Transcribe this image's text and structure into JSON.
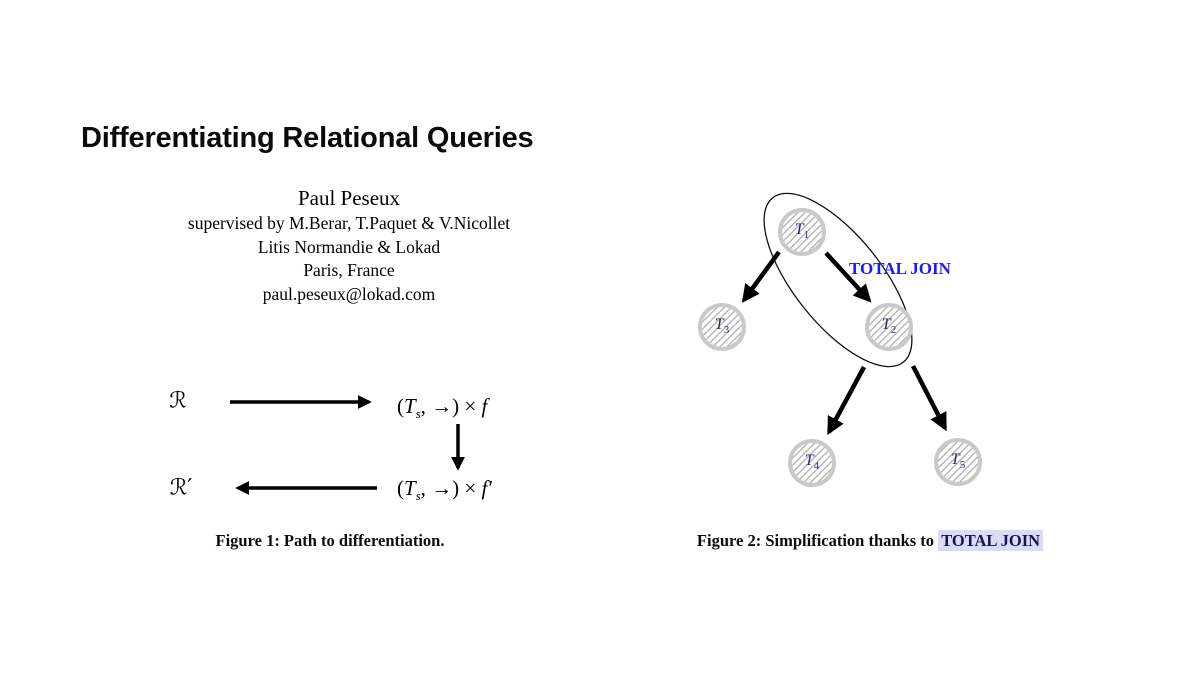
{
  "title": "Differentiating Relational Queries",
  "authors": {
    "name": "Paul Peseux",
    "supervised": "supervised by M.Berar, T.Paquet & V.Nicollet",
    "affiliation": "Litis Normandie & Lokad",
    "location": "Paris, France",
    "email": "paul.peseux@lokad.com"
  },
  "figure1": {
    "r_top": "ℛ",
    "r_bottom": "ℛ′",
    "expr_top": {
      "open": "(",
      "t": "T",
      "sub": "s",
      "rest": ", →) × ",
      "f": "f"
    },
    "expr_bottom": {
      "open": "(",
      "t": "T",
      "sub": "s",
      "rest": ", →) × ",
      "f": "f′"
    },
    "caption": "Figure 1: Path to differentiation."
  },
  "figure2": {
    "join_label": "TOTAL JOIN",
    "nodes": [
      {
        "base": "T",
        "sub": "1"
      },
      {
        "base": "T",
        "sub": "2"
      },
      {
        "base": "T",
        "sub": "3"
      },
      {
        "base": "T",
        "sub": "4"
      },
      {
        "base": "T",
        "sub": "5"
      }
    ],
    "caption_prefix": "Figure 2: Simplification thanks to ",
    "caption_highlight": "TOTAL JOIN"
  },
  "colors": {
    "accent_blue": "#1a1aff",
    "caption_highlight_bg": "#dbdbf5",
    "node_border": "#c9c9c9",
    "node_hatch": "#ababab",
    "node_label": "#2b2b6b",
    "arrow": "#000000",
    "background": "#ffffff"
  }
}
